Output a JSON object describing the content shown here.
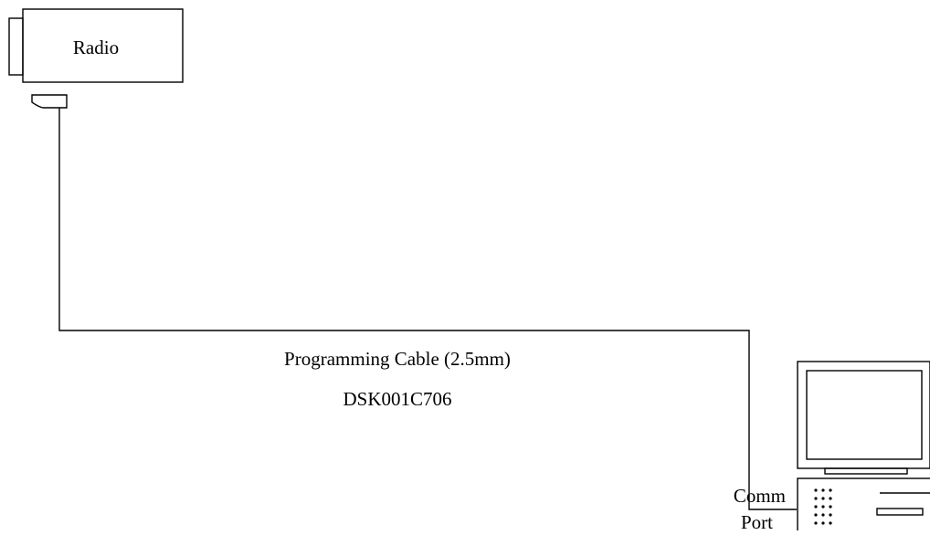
{
  "radio": {
    "label": "Radio"
  },
  "cable": {
    "name": "Programming Cable (2.5mm)",
    "part_number": "DSK001C706"
  },
  "computer": {
    "port_label_line1": "Comm",
    "port_label_line2": "Port"
  },
  "colors": {
    "stroke": "#000000",
    "background": "#ffffff"
  }
}
